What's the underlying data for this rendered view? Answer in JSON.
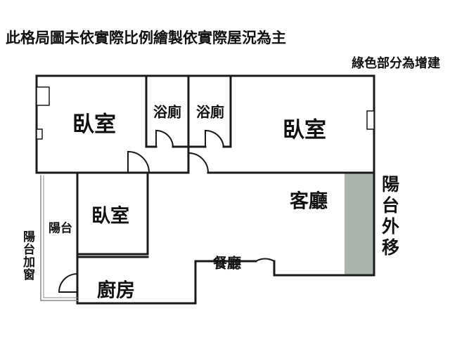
{
  "notes": {
    "disclaimer": "此格局圖未依實際比例繪製依實際屋況為主",
    "green_legend": "綠色部分為增建"
  },
  "rooms": {
    "bedroom_top_left": "臥室",
    "bathroom_left": "浴廁",
    "bathroom_right": "浴廁",
    "bedroom_top_right": "臥室",
    "bedroom_middle": "臥室",
    "balcony": "陽台",
    "living_room": "客廳",
    "dining_room": "餐廳",
    "kitchen": "廚房"
  },
  "side_labels": {
    "balcony_window": [
      "陽",
      "台",
      "加",
      "窗"
    ],
    "balcony_moved_out": [
      "陽",
      "台",
      "外",
      "移"
    ]
  },
  "colors": {
    "wall": "#1a1a1a",
    "extension": "#aab3aa",
    "window_line": "#888888"
  }
}
